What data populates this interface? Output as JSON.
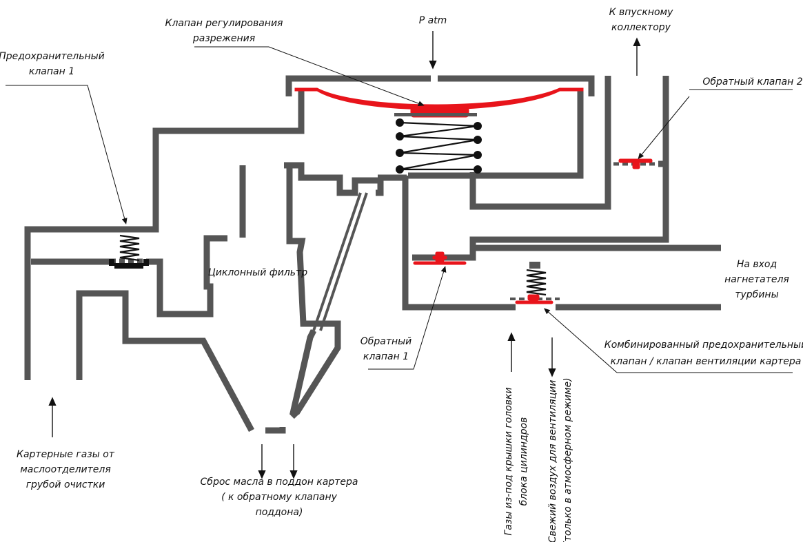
{
  "labels": {
    "vacuum_valve": [
      "Клапан регулирования",
      "разрежения"
    ],
    "p_atm": "P atm",
    "intake_manifold": [
      "К впускному",
      "коллектору"
    ],
    "relief_valve_1": [
      "Предохранительный",
      "клапан 1"
    ],
    "check_valve_2": "Обратный клапан 2",
    "cyclone_filter": "Циклонный фильтр",
    "turbo_inlet": [
      "На вход",
      "нагнетателя",
      "турбины"
    ],
    "check_valve_1": [
      "Обратный",
      "клапан 1"
    ],
    "combined_valve": [
      "Комбинированный предохранительный",
      "клапан / клапан вентиляции картера"
    ],
    "crankcase_gases": [
      "Картерные газы от",
      "маслоотделителя",
      "грубой очистки"
    ],
    "oil_drain": [
      "Сброс масла в поддон картера",
      "( к обратному клапану",
      "поддона)"
    ],
    "head_cover_gases": [
      "Газы из-под крышки головки",
      "блока цилиндров"
    ],
    "fresh_air": [
      "Свежий воздух для вентиляции",
      "(только в атмосферном режиме)"
    ]
  },
  "colors": {
    "wall": "#555555",
    "valve": "#e8141b",
    "ink": "#111111"
  }
}
